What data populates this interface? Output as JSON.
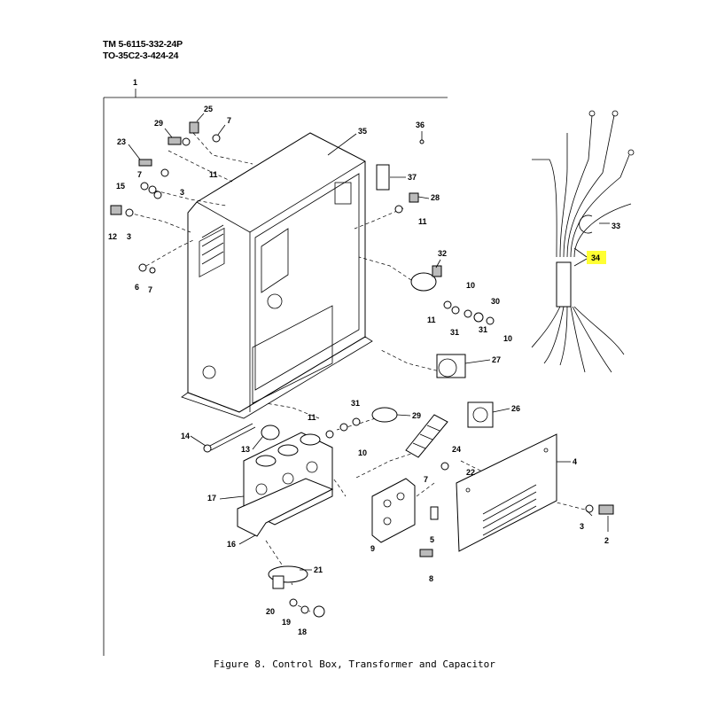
{
  "header": {
    "line1": "TM 5-6115-332-24P",
    "line2": "TO-35C2-3-424-24"
  },
  "figure": {
    "caption": "Figure 8.  Control Box, Transformer and Capacitor",
    "callouts": {
      "c1": "1",
      "c2": "2",
      "c3a": "3",
      "c3b": "3",
      "c3c": "3",
      "c4": "4",
      "c5": "5",
      "c6": "6",
      "c7a": "7",
      "c7b": "7",
      "c7c": "7",
      "c7d": "7",
      "c8": "8",
      "c9": "9",
      "c10a": "10",
      "c10b": "10",
      "c10c": "10",
      "c11a": "11",
      "c11b": "11",
      "c11c": "11",
      "c11d": "11",
      "c12": "12",
      "c13": "13",
      "c14": "14",
      "c15": "15",
      "c16": "16",
      "c17": "17",
      "c18": "18",
      "c19": "19",
      "c20": "20",
      "c21": "21",
      "c22": "22",
      "c23": "23",
      "c24": "24",
      "c25": "25",
      "c26": "26",
      "c27": "27",
      "c28": "28",
      "c29a": "29",
      "c29b": "29",
      "c30": "30",
      "c31a": "31",
      "c31b": "31",
      "c32": "32",
      "c33": "33",
      "c34": "34",
      "c35": "35",
      "c36": "36",
      "c37": "37"
    },
    "highlight_color": "#ffff33"
  }
}
